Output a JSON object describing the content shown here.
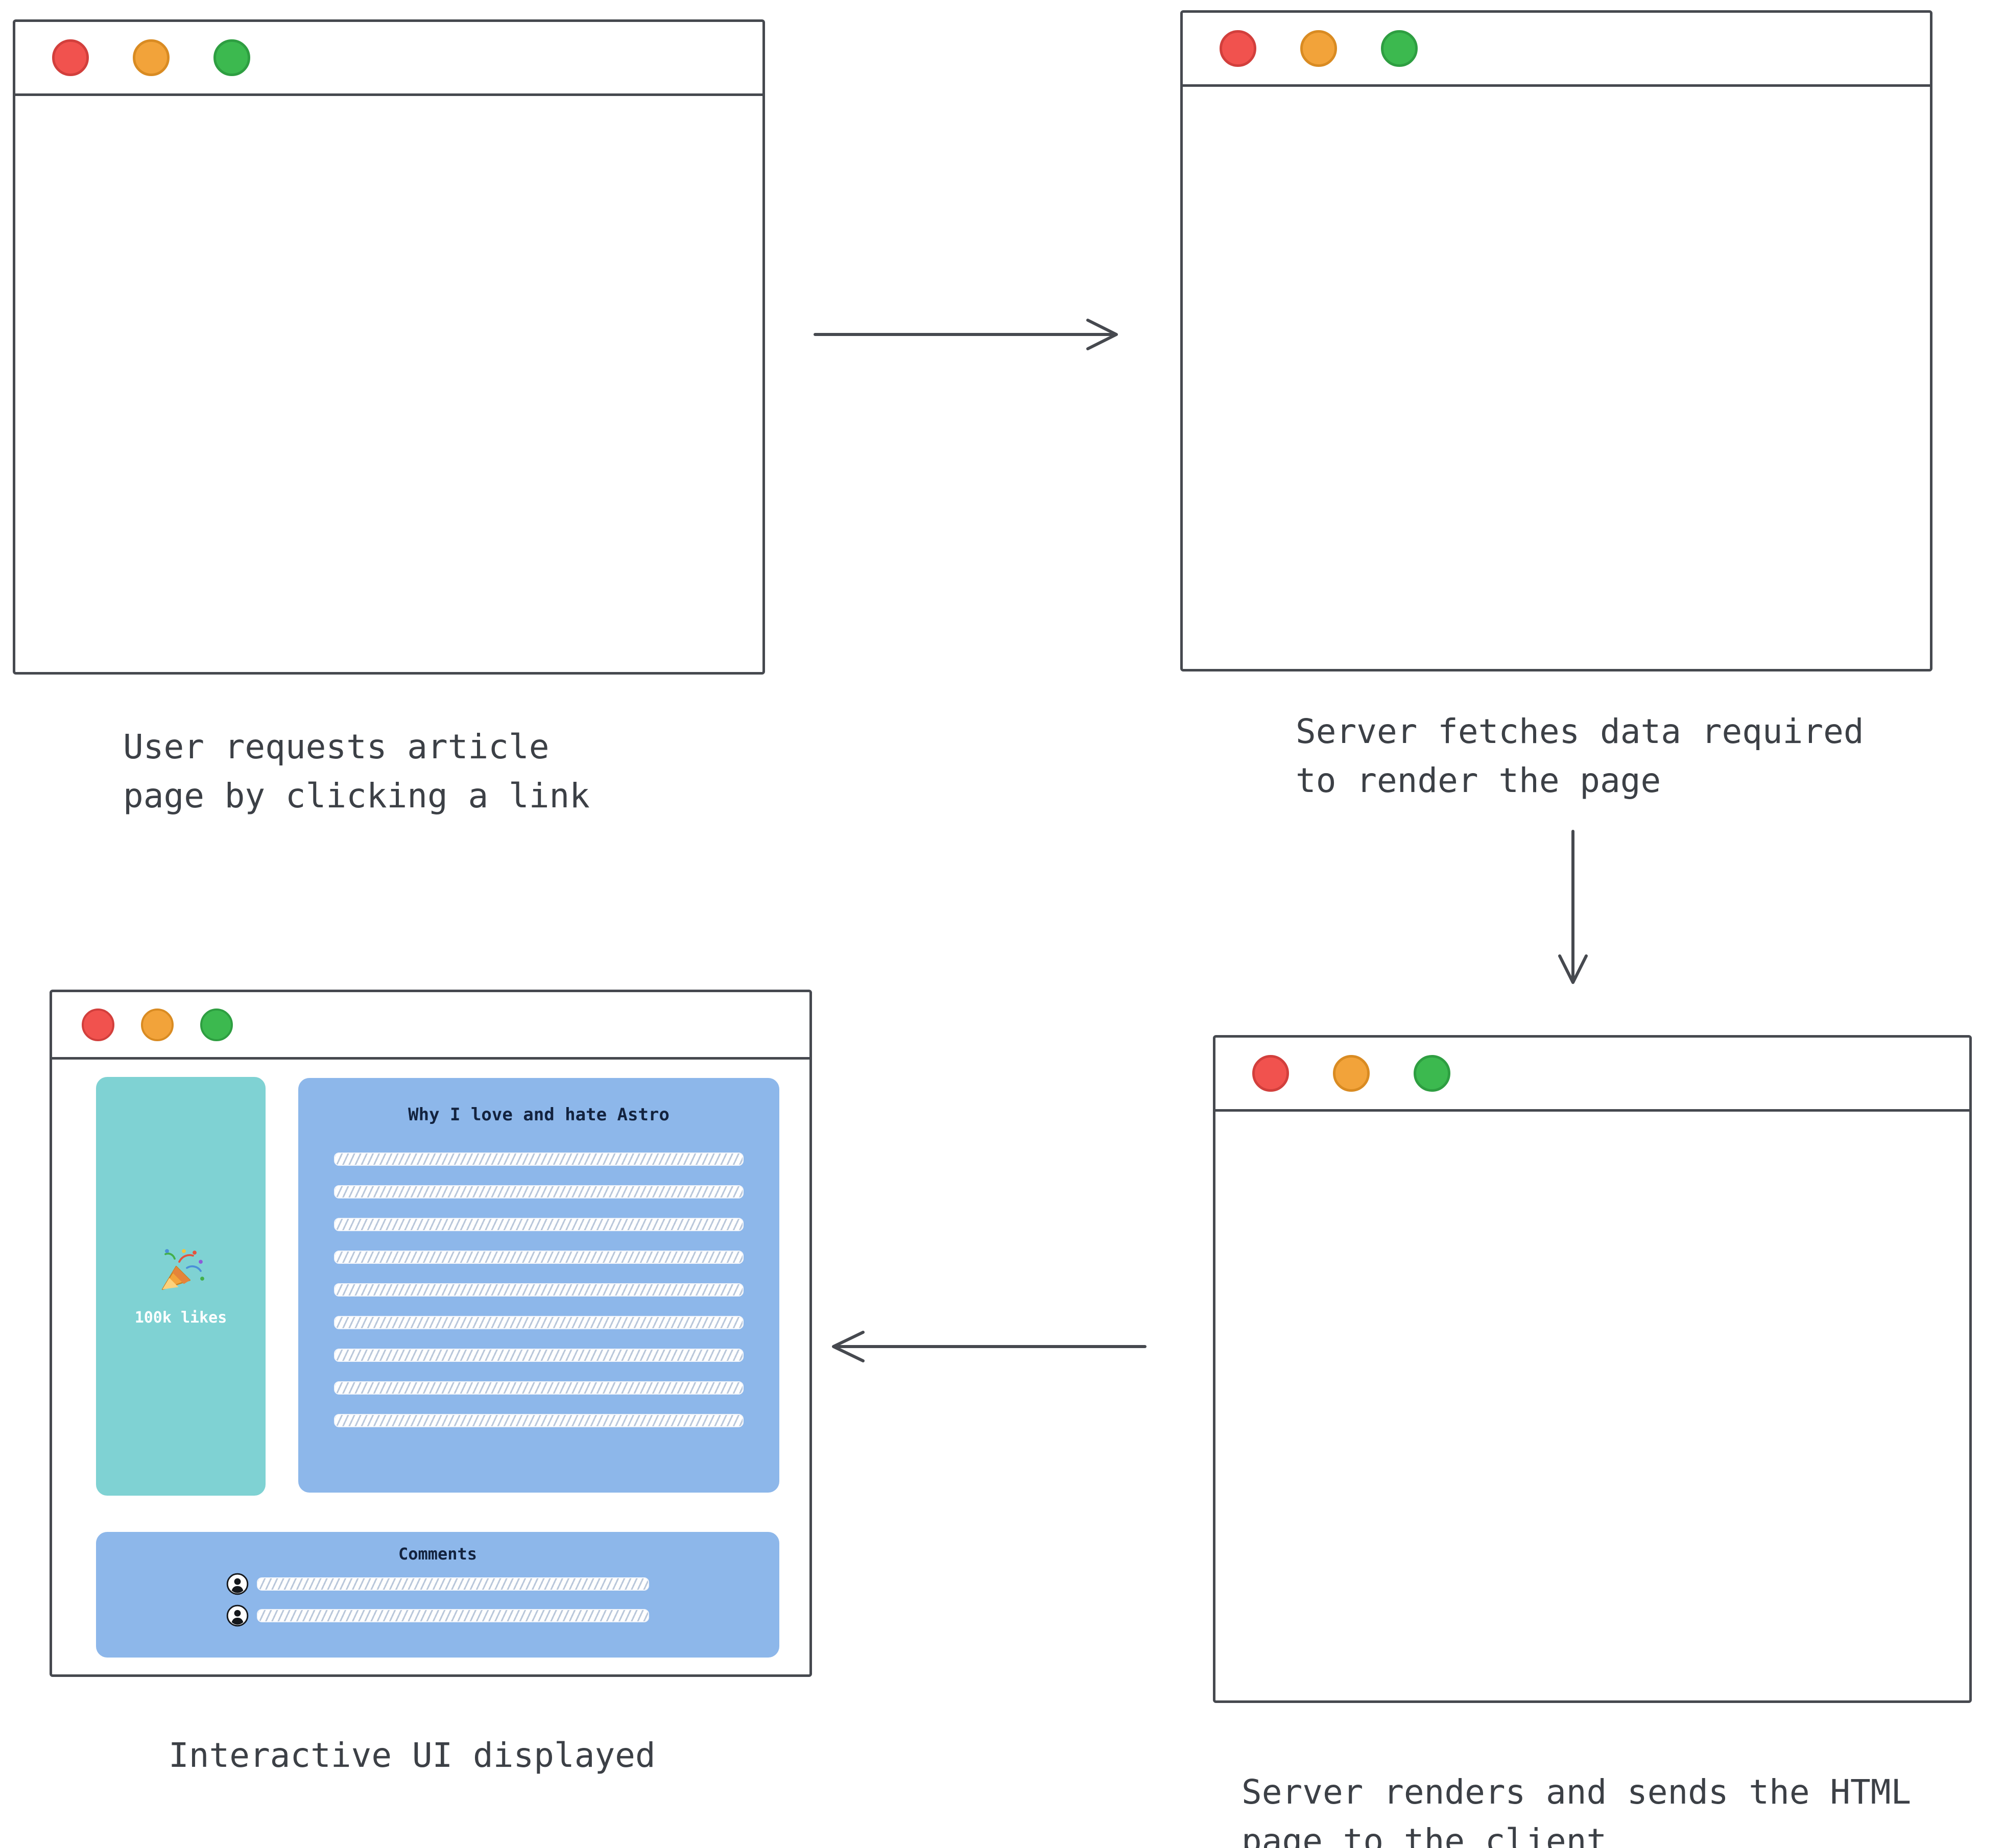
{
  "colors": {
    "stroke": "#46494f",
    "text": "#3c4046",
    "light_red": "#f1524e",
    "light_red_border": "#d23f3c",
    "light_yellow": "#f2a33a",
    "light_yellow_border": "#d98b22",
    "light_green": "#3cb94f",
    "light_green_border": "#2e9e41",
    "teal_panel": "#7fd2d3",
    "blue_panel": "#8db7ea",
    "panel_text": "#13233f",
    "hatch_line": "#b9c7da"
  },
  "steps": {
    "request": {
      "caption": "User requests article\npage by clicking a link"
    },
    "fetch": {
      "caption": "Server fetches data required\nto render the page"
    },
    "render": {
      "caption": "Server renders and sends the HTML\npage to the client"
    },
    "display": {
      "caption": "Interactive UI displayed"
    }
  },
  "article_ui": {
    "likes_label": "100k likes",
    "article_title": "Why I love and hate Astro",
    "comments_title": "Comments"
  },
  "icons": {
    "likes": "party-popper-icon",
    "comment_avatar": "user-avatar-icon",
    "window_controls": [
      "traffic-light-red-icon",
      "traffic-light-yellow-icon",
      "traffic-light-green-icon"
    ]
  }
}
